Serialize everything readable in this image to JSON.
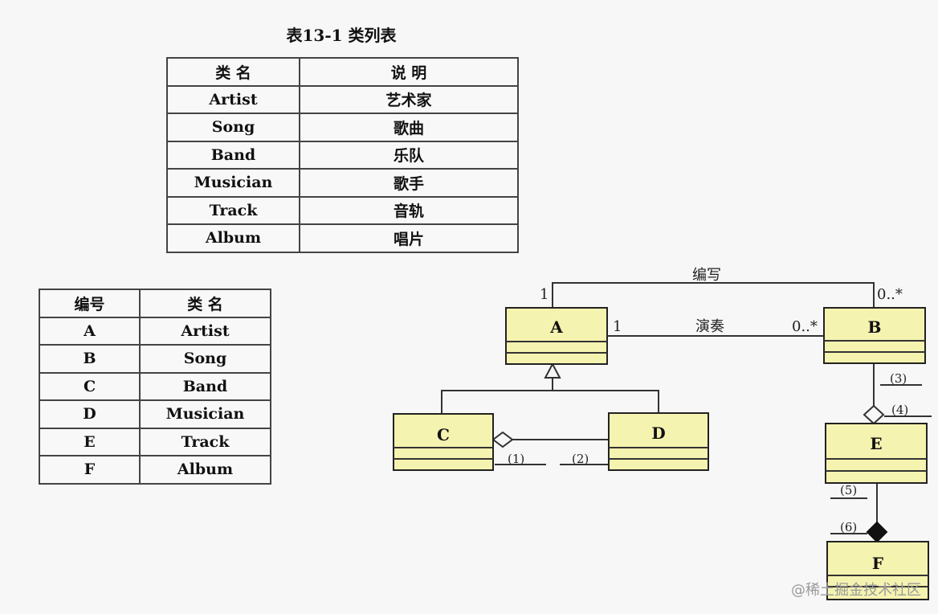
{
  "title": "表13-1  类列表",
  "table1": {
    "headers": [
      "类 名",
      "说 明"
    ],
    "rows": [
      [
        "Artist",
        "艺术家"
      ],
      [
        "Song",
        "歌曲"
      ],
      [
        "Band",
        "乐队"
      ],
      [
        "Musician",
        "歌手"
      ],
      [
        "Track",
        "音轨"
      ],
      [
        "Album",
        "唱片"
      ]
    ]
  },
  "table2": {
    "headers": [
      "编号",
      "类 名"
    ],
    "rows": [
      [
        "A",
        "Artist"
      ],
      [
        "B",
        "Song"
      ],
      [
        "C",
        "Band"
      ],
      [
        "D",
        "Musician"
      ],
      [
        "E",
        "Track"
      ],
      [
        "F",
        "Album"
      ]
    ]
  },
  "diagram": {
    "classes": [
      "A",
      "B",
      "C",
      "D",
      "E",
      "F"
    ],
    "assoc_write": {
      "label": "编写",
      "left_mult": "1",
      "right_mult": "0..*"
    },
    "assoc_play": {
      "label": "演奏",
      "left_mult": "1",
      "right_mult": "0..*"
    },
    "blanks": [
      "(1)",
      "(2)",
      "(3)",
      "(4)",
      "(5)",
      "(6)"
    ]
  },
  "watermark": "@稀土掘金技术社区"
}
